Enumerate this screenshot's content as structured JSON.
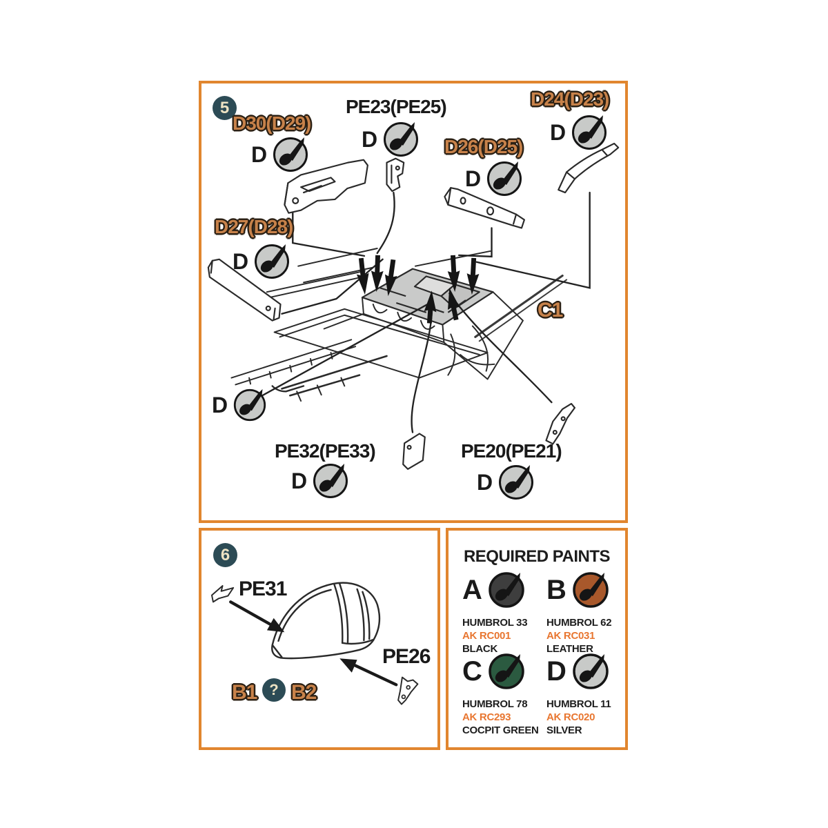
{
  "colors": {
    "panel_border": "#E1862F",
    "label_orange": "#C8824A",
    "label_outline": "#2B2014",
    "ak_orange": "#E87630",
    "badge_teal": "#2C4B55",
    "badge_text": "#EDE3C3",
    "diagram_ink": "#2A2A2A"
  },
  "step5": {
    "badge": "5",
    "paint_letter": "D",
    "labels": {
      "d30": "D30(D29)",
      "pe23": "PE23(PE25)",
      "d24": "D24(D23)",
      "d26": "D26(D25)",
      "d27": "D27(D28)",
      "c1": "C1",
      "pe32": "PE32(PE33)",
      "pe20": "PE20(PE21)"
    }
  },
  "step6": {
    "badge": "6",
    "labels": {
      "pe31": "PE31",
      "pe26": "PE26",
      "b1": "B1",
      "question_mark": "?",
      "b2": "B2"
    }
  },
  "paints_legend": {
    "title": "REQUIRED PAINTS",
    "entries": [
      {
        "letter": "A",
        "swatch": "#3E3E3E",
        "humbrol": "HUMBROL 33",
        "ak": "AK RC001",
        "name": "BLACK"
      },
      {
        "letter": "B",
        "swatch": "#A8582B",
        "humbrol": "HUMBROL 62",
        "ak": "AK RC031",
        "name": "LEATHER"
      },
      {
        "letter": "C",
        "swatch": "#2B5A40",
        "humbrol": "HUMBROL 78",
        "ak": "AK RC293",
        "name": "COCPIT GREEN"
      },
      {
        "letter": "D",
        "swatch": "#C8CAC8",
        "humbrol": "HUMBROL 11",
        "ak": "AK RC020",
        "name": "SILVER"
      }
    ]
  }
}
